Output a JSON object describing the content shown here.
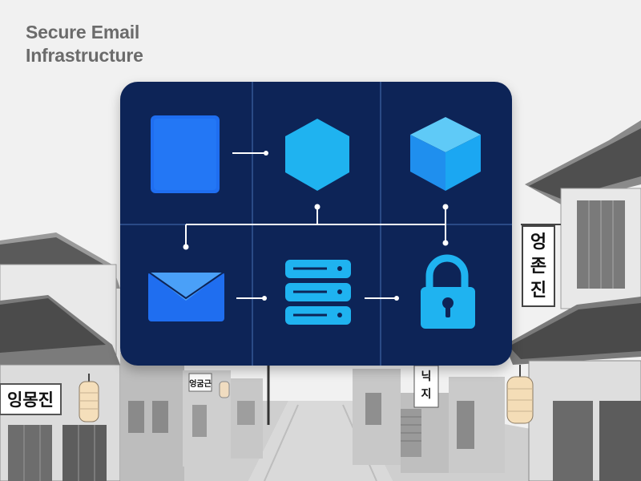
{
  "heading": {
    "line1": "Secure Email",
    "line2": "Infrastructure"
  },
  "signs": {
    "left_large": "잉몽진",
    "left_small": "엉굼근",
    "center_vertical": [
      "닉",
      "지"
    ],
    "right_vertical": [
      "엉",
      "존",
      "진"
    ]
  },
  "diagram": {
    "icons": [
      "document-icon",
      "hexagon-icon",
      "cube-icon",
      "email-icon",
      "server-icon",
      "lock-icon"
    ]
  },
  "colors": {
    "panel": "#0d2457",
    "grid_lines": "#2a4a86",
    "accent_blue": "#1f6ef0",
    "accent_cyan": "#1fb3f0",
    "connector": "#ffffff"
  }
}
